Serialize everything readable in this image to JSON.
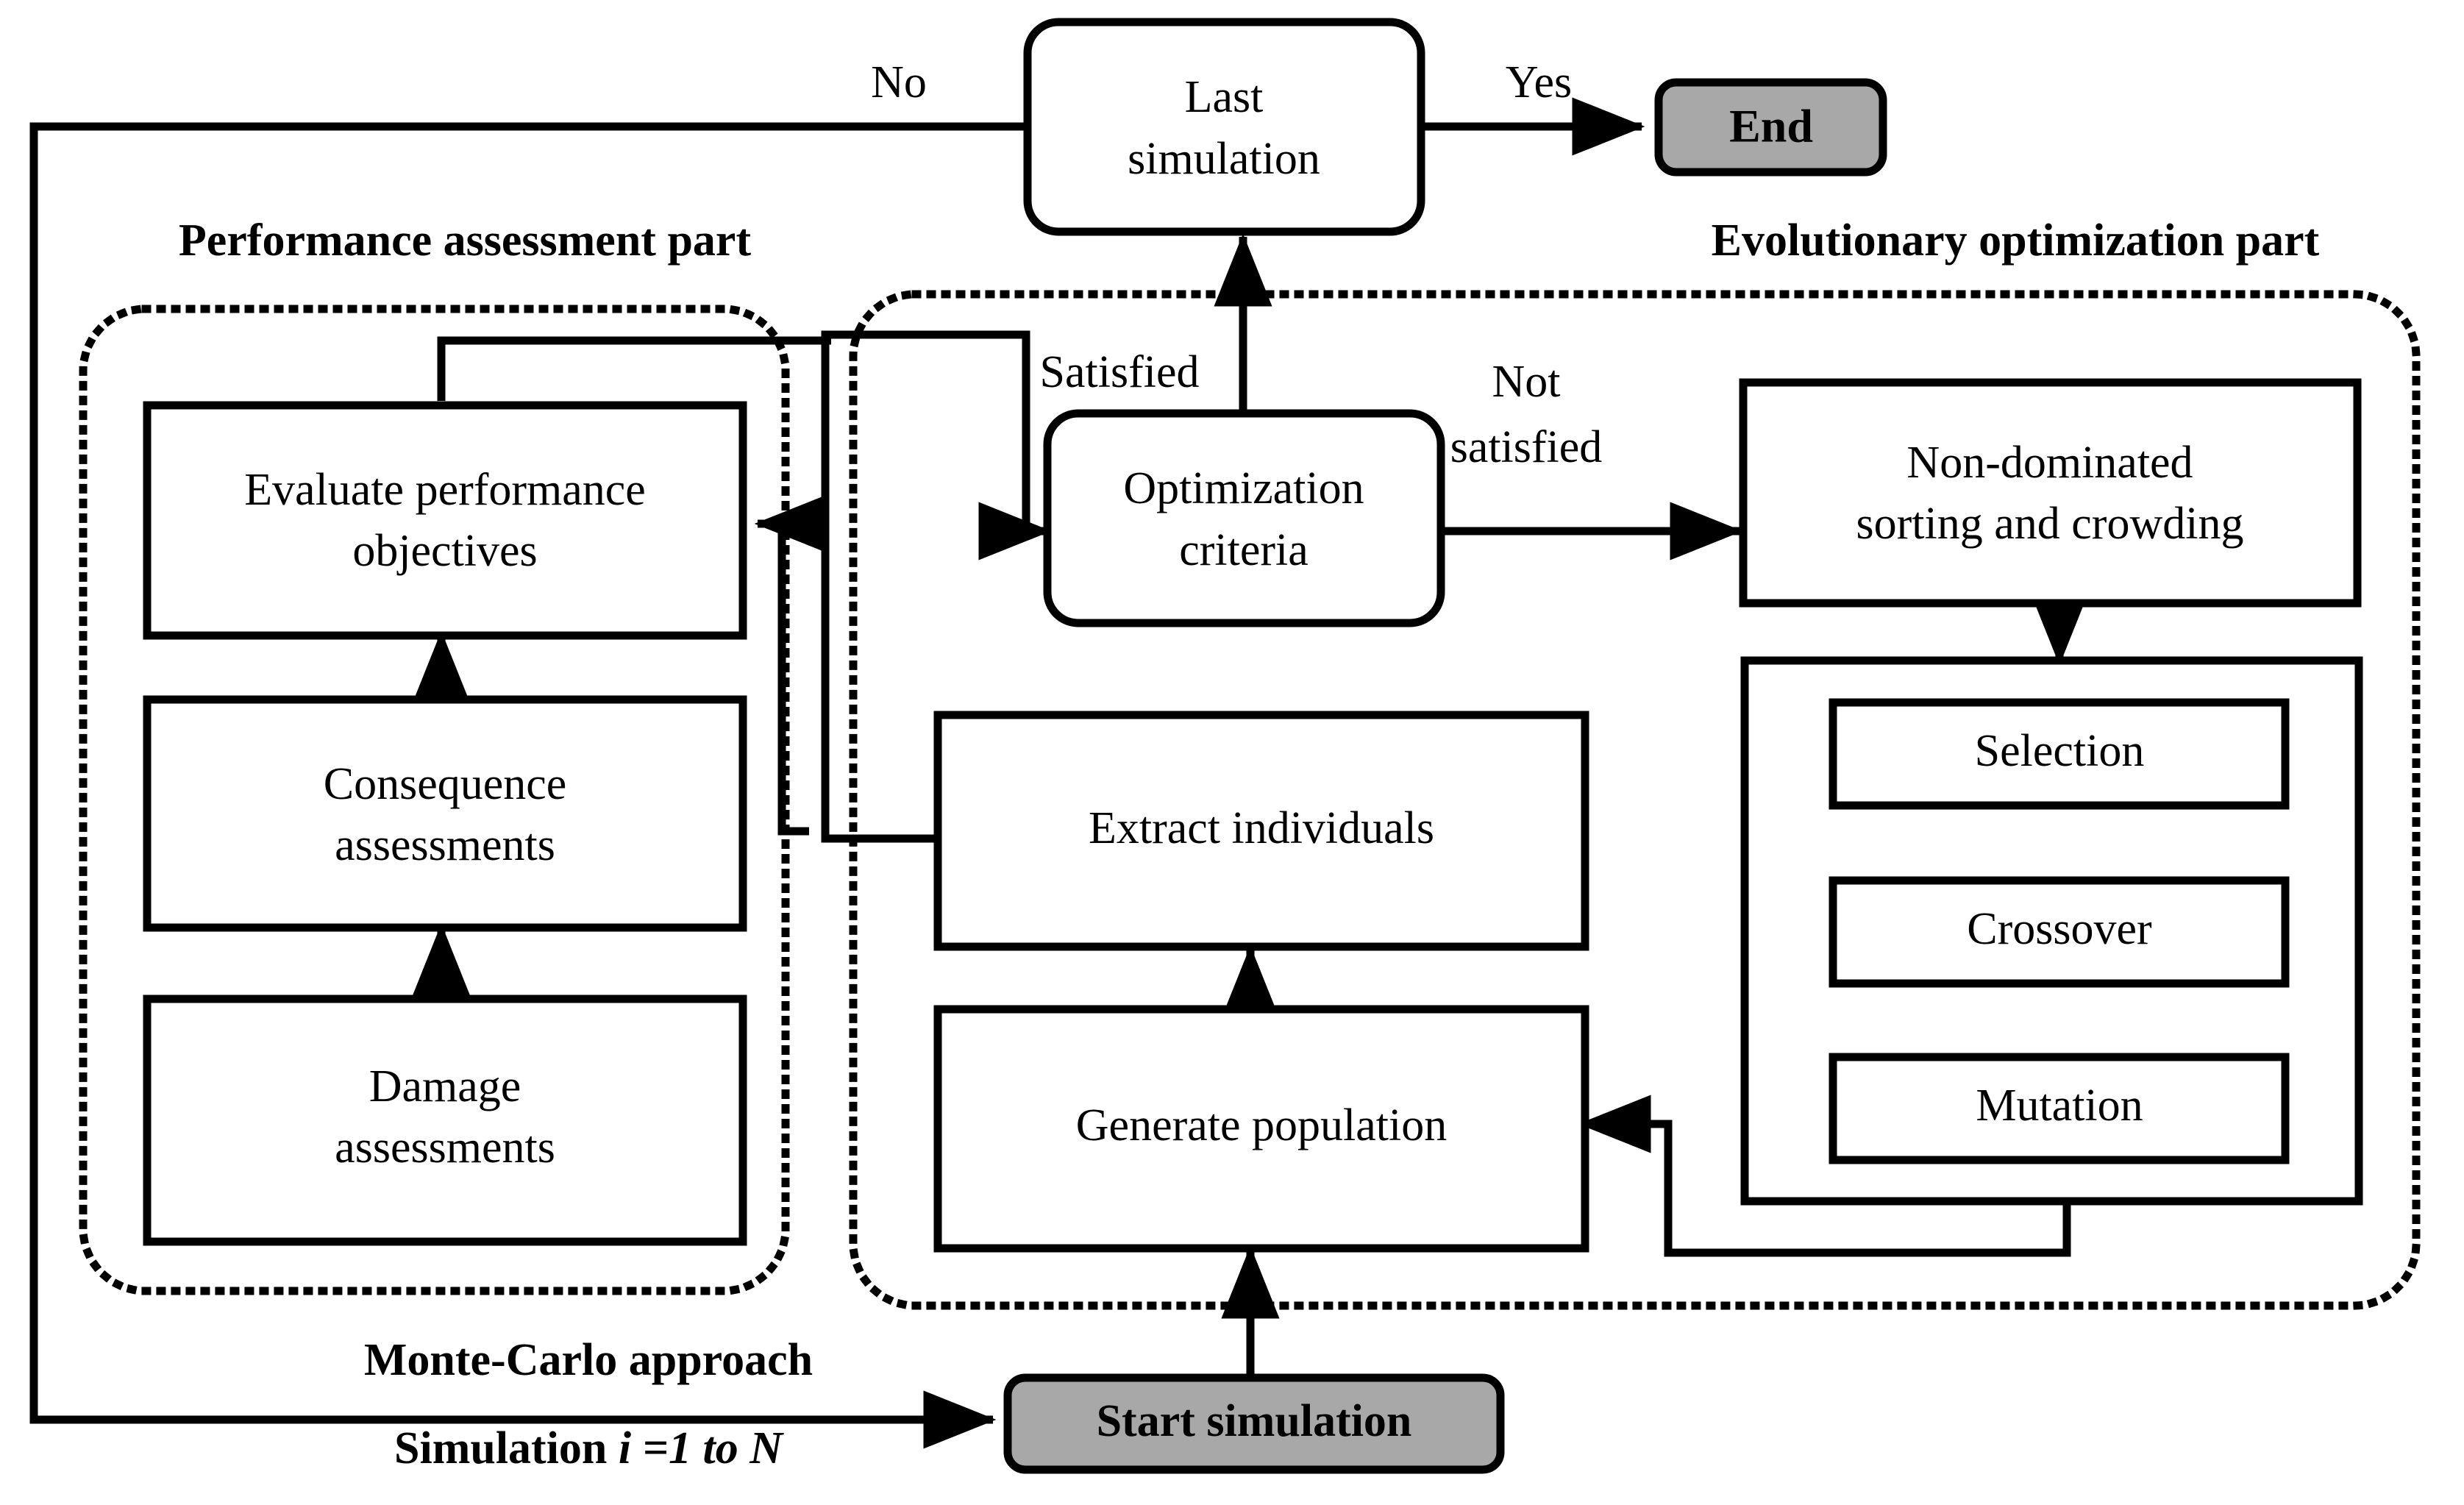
{
  "diagram": {
    "title_left": "Performance assessment part",
    "title_right": "Evolutionary optimization part",
    "nodes": {
      "last_simulation": "Last\nsimulation",
      "last_simulation_line1": "Last",
      "last_simulation_line2": "simulation",
      "end": "End",
      "evaluate_line1": "Evaluate performance",
      "evaluate_line2": "objectives",
      "consequence_line1": "Consequence",
      "consequence_line2": "assessments",
      "damage_line1": "Damage",
      "damage_line2": "assessments",
      "optimization_line1": "Optimization",
      "optimization_line2": "criteria",
      "nondominated_line1": "Non-dominated",
      "nondominated_line2": "sorting and crowding",
      "selection": "Selection",
      "crossover": "Crossover",
      "mutation": "Mutation",
      "extract_individuals": "Extract individuals",
      "generate_population": "Generate population",
      "start_simulation": "Start simulation"
    },
    "edge_labels": {
      "no": "No",
      "yes": "Yes",
      "satisfied": "Satisfied",
      "not_satisfied_line1": "Not",
      "not_satisfied_line2": "satisfied"
    },
    "annotations": {
      "monte_carlo_line1": "Monte-Carlo approach",
      "monte_carlo_line2_a": "Simulation ",
      "monte_carlo_line2_b": "i =1 to N"
    },
    "colors": {
      "terminal_fill": "#a8a8a8",
      "box_fill": "#ffffff",
      "stroke": "#000000",
      "background": "#ffffff"
    }
  }
}
